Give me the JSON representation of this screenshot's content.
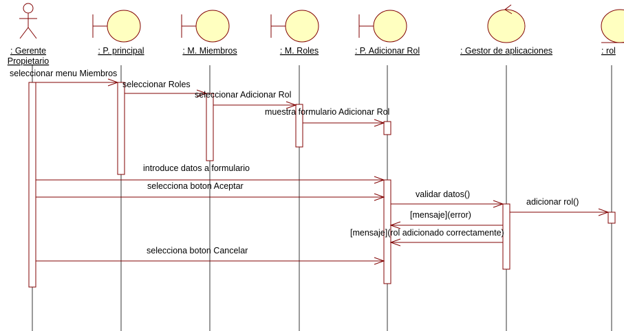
{
  "colors": {
    "stroke": "#800000",
    "fill": "#ffffc0",
    "text": "#000000",
    "background": "#ffffff"
  },
  "lifelines": [
    {
      "id": "gerente",
      "kind": "actor",
      "icon": "actor-icon",
      "label": ": Gerente",
      "label2": "Propietario"
    },
    {
      "id": "pprincipal",
      "kind": "boundary",
      "icon": "boundary-icon",
      "label": ": P. principal"
    },
    {
      "id": "mmiembros",
      "kind": "boundary",
      "icon": "boundary-icon",
      "label": ": M. Miembros"
    },
    {
      "id": "mroles",
      "kind": "boundary",
      "icon": "boundary-icon",
      "label": ": M. Roles"
    },
    {
      "id": "padicionar",
      "kind": "boundary",
      "icon": "boundary-icon",
      "label": ": P. Adicionar Rol"
    },
    {
      "id": "gestor",
      "kind": "control",
      "icon": "control-icon",
      "label": ": Gestor de aplicaciones"
    },
    {
      "id": "rol",
      "kind": "entity",
      "icon": "entity-icon",
      "label": ": rol"
    }
  ],
  "messages": [
    {
      "label": "seleccionar menu Miembros",
      "from": "gerente",
      "to": "pprincipal"
    },
    {
      "label": "seleccionar Roles",
      "from": "pprincipal",
      "to": "mmiembros"
    },
    {
      "label": "seleccionar Adicionar Rol",
      "from": "mmiembros",
      "to": "mroles"
    },
    {
      "label": "muestra formulario Adicionar Rol",
      "from": "mroles",
      "to": "padicionar"
    },
    {
      "label": "introduce datos a formulario",
      "from": "gerente",
      "to": "padicionar"
    },
    {
      "label": "selecciona boton Aceptar",
      "from": "gerente",
      "to": "padicionar"
    },
    {
      "label": "validar datos()",
      "from": "padicionar",
      "to": "gestor"
    },
    {
      "label": "adicionar rol()",
      "from": "gestor",
      "to": "rol"
    },
    {
      "label": "[mensaje](error)",
      "from": "gestor",
      "to": "padicionar"
    },
    {
      "label": "[mensaje](rol adicionado correctamente)",
      "from": "gestor",
      "to": "padicionar"
    },
    {
      "label": "selecciona boton Cancelar",
      "from": "gerente",
      "to": "padicionar"
    }
  ]
}
